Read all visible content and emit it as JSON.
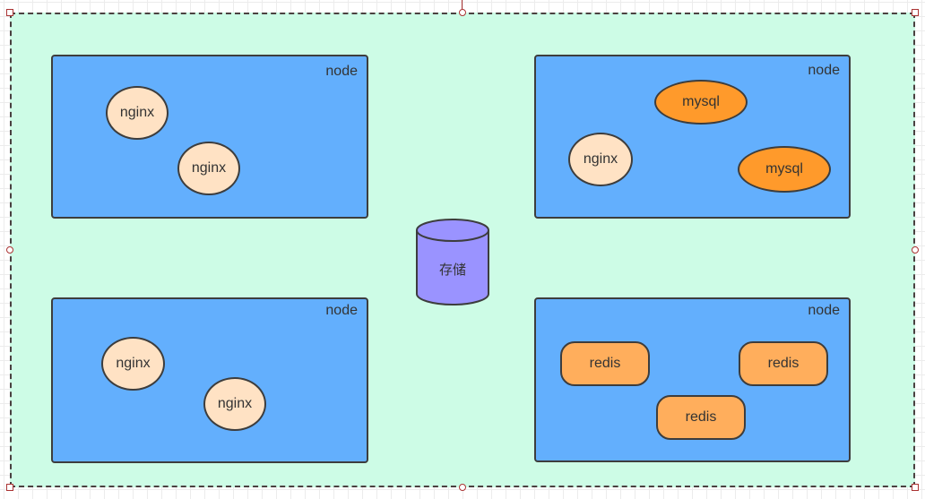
{
  "diagram": {
    "storage_label": "存储",
    "node_labels": [
      "node",
      "node",
      "node",
      "node"
    ],
    "pods": {
      "node1": [
        "nginx",
        "nginx"
      ],
      "node2": [
        "mysql",
        "nginx",
        "mysql"
      ],
      "node3": [
        "nginx",
        "nginx"
      ],
      "node4": [
        "redis",
        "redis",
        "redis"
      ]
    }
  },
  "colors": {
    "cluster_background": "#cdfce6",
    "node_fill": "#63affd",
    "nginx_fill": "#ffe2c4",
    "mysql_fill": "#ff9a2b",
    "redis_fill": "#ffae5c",
    "storage_fill": "#9a93ff",
    "outline": "#3d3d3d"
  }
}
